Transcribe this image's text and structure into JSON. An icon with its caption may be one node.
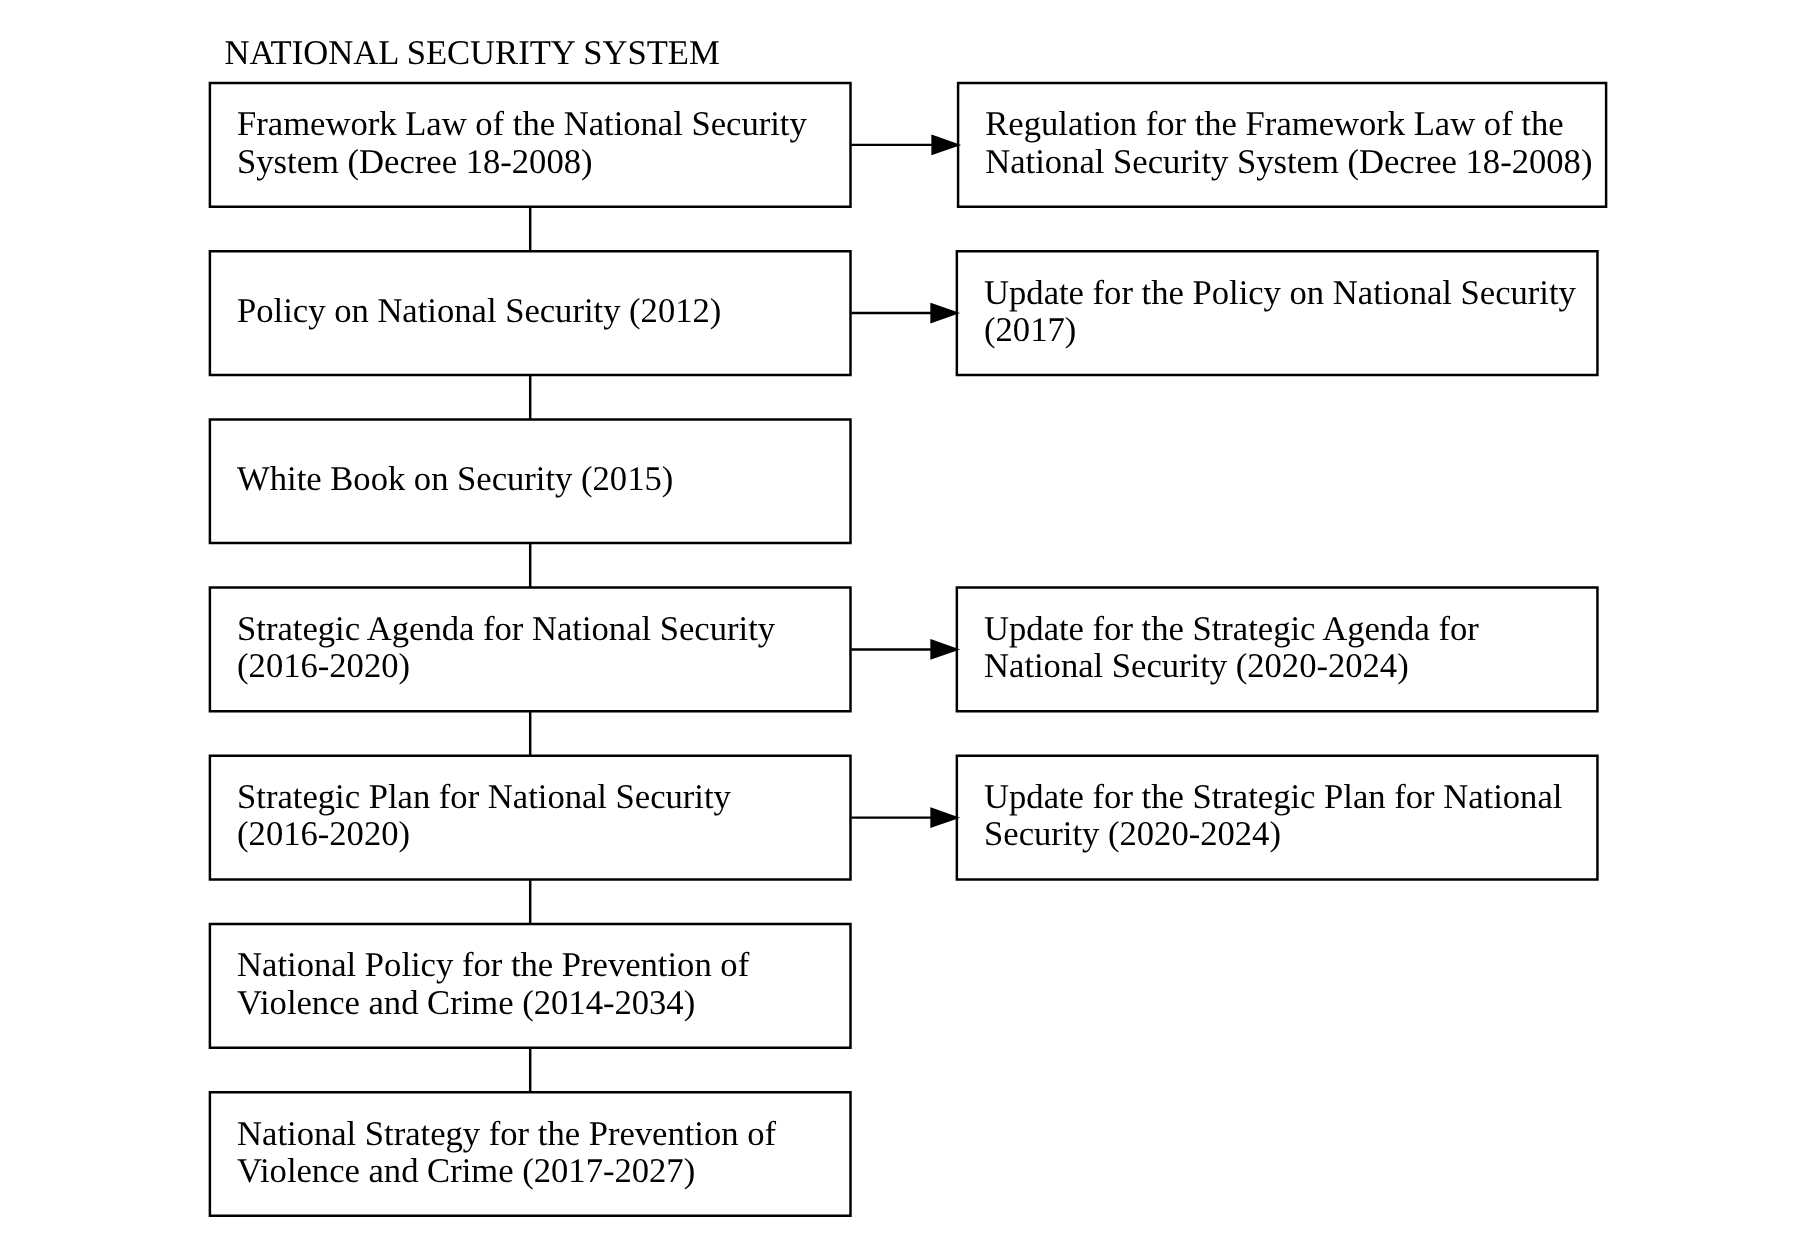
{
  "diagram": {
    "title": "NATIONAL SECURITY SYSTEM",
    "nodes": [
      {
        "text": [
          "Framework Law of the National Security System (Decree 18-2008)"
        ]
      },
      {
        "text": [
          "Policy on National Security (2012)"
        ]
      },
      {
        "text": [
          "White Book on Security (2015)"
        ]
      },
      {
        "text": [
          "Strategic Agenda for National Security (2016-2020)"
        ]
      },
      {
        "text": [
          "Strategic Plan for National Security (2016-2020)"
        ]
      },
      {
        "text": [
          "National Policy for the Prevention of Violence and Crime (2014-2034)"
        ]
      },
      {
        "text": [
          "National Strategy for the Prevention of Violence and Crime (2017-2027)"
        ]
      },
      {
        "text": [
          "Regulation for the Framework Law of the National Security System (Decree 18-2008)"
        ]
      },
      {
        "text": [
          "Update for the Policy on National Security (2017)"
        ]
      },
      {
        "text": [
          "Update for the Strategic Agenda for National Security (2020-2024)"
        ]
      },
      {
        "text": [
          "Update for the Strategic Plan for National Security (2020-2024)"
        ]
      }
    ],
    "edges": [
      {
        "from": 0,
        "to": 1,
        "arrow": "none"
      },
      {
        "from": 1,
        "to": 2,
        "arrow": "none"
      },
      {
        "from": 2,
        "to": 3,
        "arrow": "none"
      },
      {
        "from": 3,
        "to": 4,
        "arrow": "none"
      },
      {
        "from": 4,
        "to": 5,
        "arrow": "none"
      },
      {
        "from": 5,
        "to": 6,
        "arrow": "none"
      },
      {
        "from": 0,
        "to": 7,
        "arrow": "to"
      },
      {
        "from": 1,
        "to": 8,
        "arrow": "to"
      },
      {
        "from": 3,
        "to": 9,
        "arrow": "to"
      },
      {
        "from": 4,
        "to": 10,
        "arrow": "to"
      }
    ]
  }
}
